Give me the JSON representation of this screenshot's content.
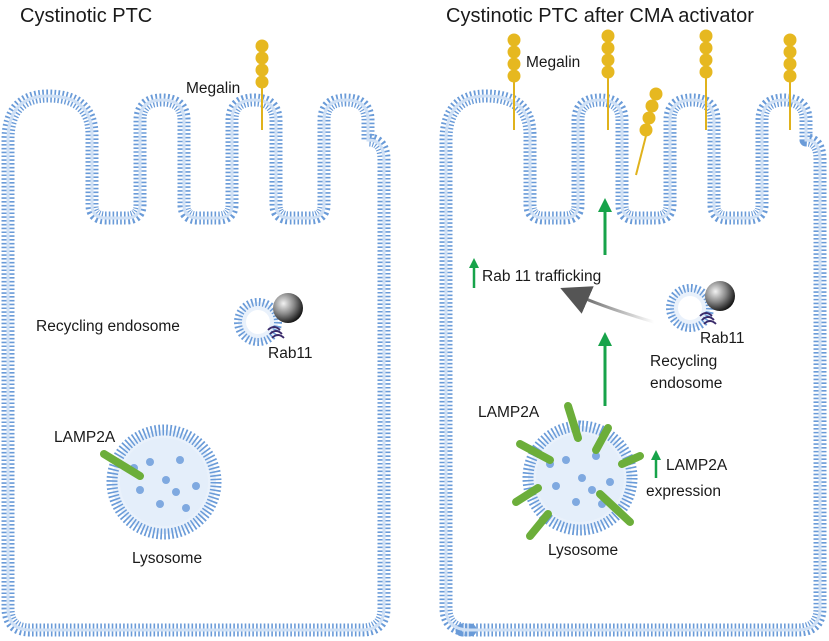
{
  "panels": [
    {
      "title": "Cystinotic PTC",
      "labels": {
        "megalin": "Megalin",
        "recycling_endosome": "Recycling endosome",
        "rab11": "Rab11",
        "lamp2a": "LAMP2A",
        "lysosome": "Lysosome"
      }
    },
    {
      "title": "Cystinotic PTC after CMA activator",
      "labels": {
        "megalin": "Megalin",
        "rab11_trafficking": "Rab 11 trafficking",
        "rab11": "Rab11",
        "recycling_endosome_line1": "Recycling",
        "recycling_endosome_line2": "endosome",
        "lamp2a": "LAMP2A",
        "lamp2a_expression_line1": "LAMP2A",
        "lamp2a_expression_line2": "expression",
        "lysosome": "Lysosome"
      }
    }
  ],
  "colors": {
    "membrane": "#6a9bd8",
    "membrane_fill": "#e9f1fb",
    "megalin": "#e0b21c",
    "lamp2a": "#6cae3a",
    "up_arrow": "#17a34a",
    "vesicle": "#7fa9e0"
  }
}
